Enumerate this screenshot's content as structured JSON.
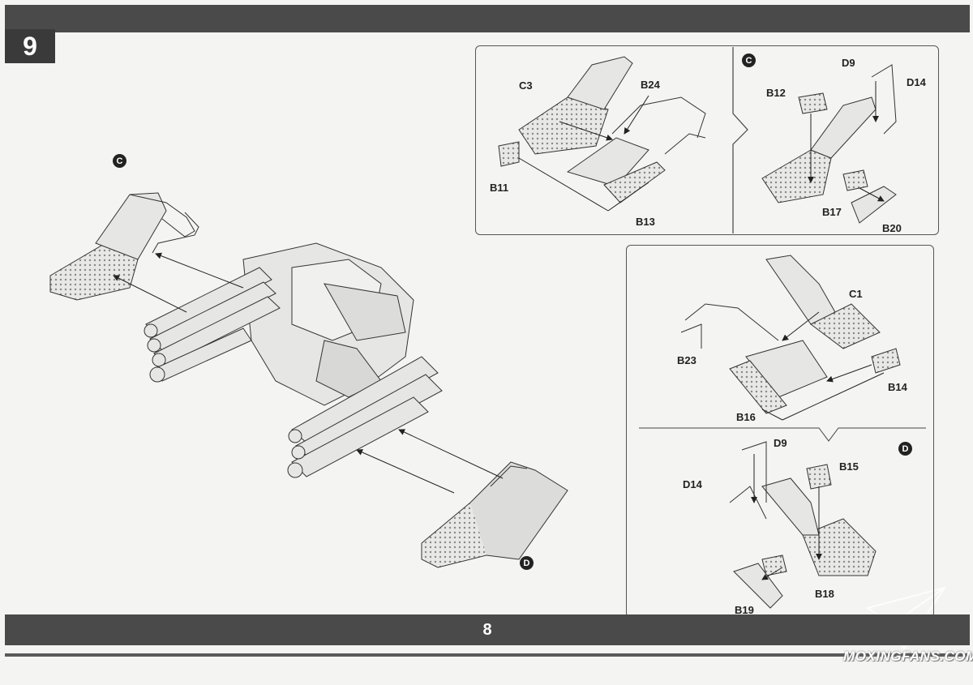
{
  "header": {
    "step_number": "9"
  },
  "footer": {
    "page_number": "8"
  },
  "main_view": {
    "markers": [
      {
        "id": "top-left",
        "letter": "C"
      },
      {
        "id": "bottom",
        "letter": "D"
      }
    ]
  },
  "panel_c3": {
    "labels": {
      "c3": "C3",
      "b24": "B24",
      "b11": "B11",
      "b13": "B13"
    }
  },
  "panel_c": {
    "marker": "C",
    "labels": {
      "d9": "D9",
      "d14": "D14",
      "b12": "B12",
      "b17": "B17",
      "b20": "B20"
    }
  },
  "panel_c1": {
    "labels": {
      "c1": "C1",
      "b23": "B23",
      "b14": "B14",
      "b16": "B16"
    }
  },
  "panel_d": {
    "marker": "D",
    "labels": {
      "d9": "D9",
      "d14": "D14",
      "b15": "B15",
      "b19": "B19",
      "b18": "B18"
    }
  },
  "watermark": {
    "text": "MOXINGFANS.COM"
  },
  "colors": {
    "bar": "#4a4a4a",
    "line": "#333333",
    "part_fill": "#e6e6e4"
  }
}
